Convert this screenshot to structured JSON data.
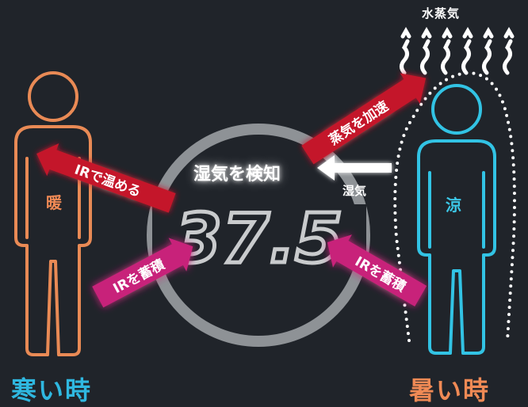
{
  "labels": {
    "steam_top": "水蒸気",
    "detect_humidity": "湿気を検知",
    "humidity": "湿気",
    "warm": "暖",
    "cool": "涼",
    "cold_time": "寒い時",
    "hot_time": "暑い時"
  },
  "arrows": {
    "warm_by_ir": "IRで温める",
    "accelerate_steam": "蒸気を加速",
    "store_ir_left": "IRを蓄積",
    "store_ir_right": "IRを蓄積"
  },
  "logo": {
    "text": "37.5"
  },
  "colors": {
    "background": "#20242a",
    "warm_figure": "#e98a55",
    "cool_figure": "#32c3e4",
    "red_arrow": "#c4182c",
    "pink_arrow": "#c8237a",
    "logo_gray": "#8e9296"
  }
}
